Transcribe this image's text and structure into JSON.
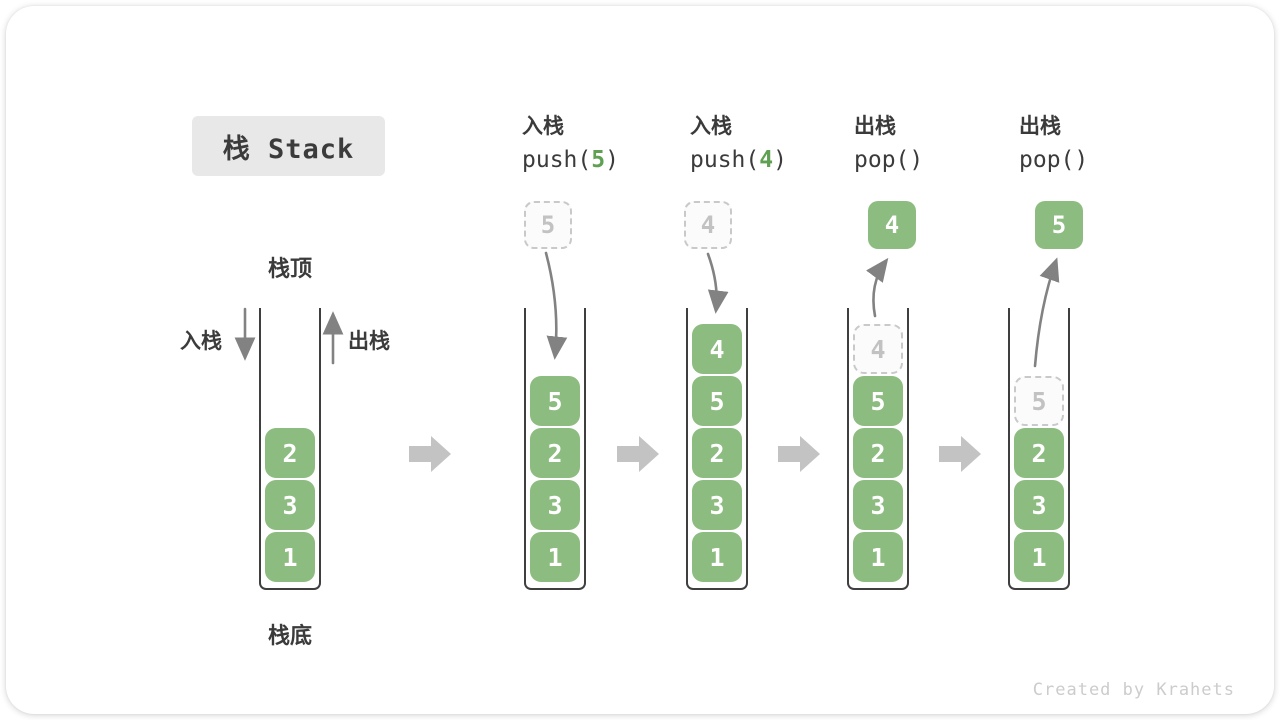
{
  "page": {
    "watermark": "Created by Krahets"
  },
  "title": {
    "label": "栈 Stack"
  },
  "labels": {
    "stack_top": "栈顶",
    "stack_bottom": "栈底",
    "push_side": "入栈",
    "pop_side": "出栈"
  },
  "colors": {
    "green": "#8dbc80",
    "accent": "#5fa052",
    "ink": "#3b3b3b",
    "wall": "#3f3f3f",
    "arrow": "#828282",
    "block_arrow": "#c3c3c3",
    "ghost_border": "#c9c9c9",
    "ghost_text": "#c2c2c2",
    "ghost_bg": "#fbfbfb",
    "title_bg": "#e8e8e8",
    "watermark": "#cccccc"
  },
  "operations": [
    {
      "label": "入栈",
      "code_prefix": "push(",
      "arg": "5",
      "code_suffix": ")"
    },
    {
      "label": "入栈",
      "code_prefix": "push(",
      "arg": "4",
      "code_suffix": ")"
    },
    {
      "label": "出栈",
      "code_prefix": "pop(",
      "arg": "",
      "code_suffix": ")"
    },
    {
      "label": "出栈",
      "code_prefix": "pop(",
      "arg": "",
      "code_suffix": ")"
    }
  ],
  "stacks": [
    {
      "cells": [
        {
          "value": "2",
          "slot": 2
        },
        {
          "value": "3",
          "slot": 3
        },
        {
          "value": "1",
          "slot": 4
        }
      ]
    },
    {
      "float": {
        "value": "5",
        "variant": "dashed"
      },
      "cells": [
        {
          "value": "5",
          "slot": 1
        },
        {
          "value": "2",
          "slot": 2
        },
        {
          "value": "3",
          "slot": 3
        },
        {
          "value": "1",
          "slot": 4
        }
      ]
    },
    {
      "float": {
        "value": "4",
        "variant": "dashed"
      },
      "cells": [
        {
          "value": "4",
          "slot": 0
        },
        {
          "value": "5",
          "slot": 1
        },
        {
          "value": "2",
          "slot": 2
        },
        {
          "value": "3",
          "slot": 3
        },
        {
          "value": "1",
          "slot": 4
        }
      ]
    },
    {
      "float": {
        "value": "4",
        "variant": "solid"
      },
      "cells": [
        {
          "value": "4",
          "slot": 0,
          "ghost": true
        },
        {
          "value": "5",
          "slot": 1
        },
        {
          "value": "2",
          "slot": 2
        },
        {
          "value": "3",
          "slot": 3
        },
        {
          "value": "1",
          "slot": 4
        }
      ]
    },
    {
      "float": {
        "value": "5",
        "variant": "solid"
      },
      "cells": [
        {
          "value": "5",
          "slot": 1,
          "ghost": true
        },
        {
          "value": "2",
          "slot": 2
        },
        {
          "value": "3",
          "slot": 3
        },
        {
          "value": "1",
          "slot": 4
        }
      ]
    }
  ]
}
